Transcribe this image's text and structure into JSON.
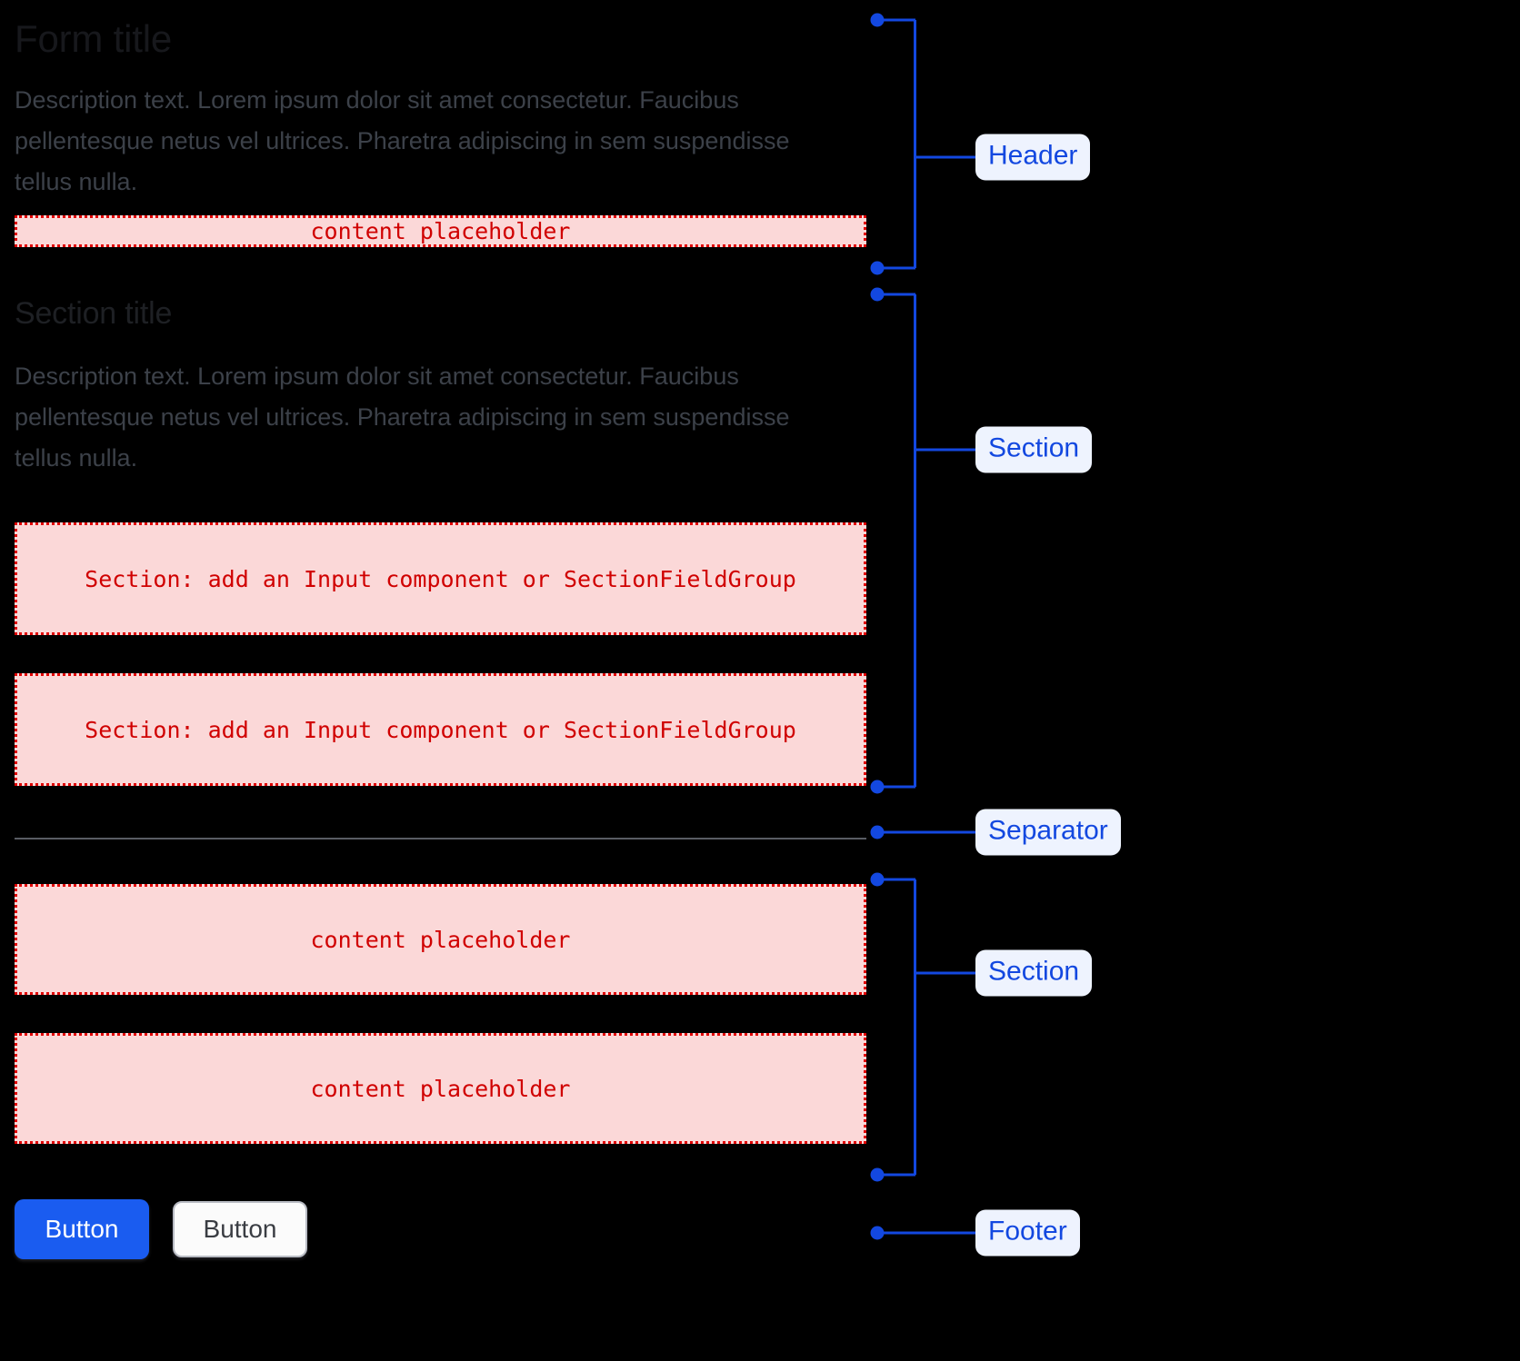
{
  "form": {
    "header": {
      "title": "Form title",
      "description": "Description text. Lorem ipsum dolor sit amet consectetur. Faucibus pellentesque netus vel ultrices. Pharetra adipiscing in sem suspendisse tellus nulla.",
      "placeholder": "content placeholder"
    },
    "section_one": {
      "title": "Section title",
      "description": "Description text. Lorem ipsum dolor sit amet consectetur. Faucibus pellentesque netus vel ultrices. Pharetra adipiscing in sem suspendisse tellus nulla.",
      "field_placeholder_1": "Section: add an Input component or SectionFieldGroup",
      "field_placeholder_2": "Section: add an Input component or SectionFieldGroup"
    },
    "section_two": {
      "placeholder_1": "content placeholder",
      "placeholder_2": "content placeholder"
    },
    "footer": {
      "primary_button": "Button",
      "secondary_button": "Button"
    }
  },
  "annotations": {
    "header": "Header",
    "section_upper": "Section",
    "separator": "Separator",
    "section_lower": "Section",
    "footer": "Footer"
  },
  "colors": {
    "accent_blue": "#1348e0",
    "badge_bg": "#eef3fe",
    "placeholder_fill": "#fbd8d8",
    "placeholder_border": "#e00000",
    "placeholder_text": "#d00000",
    "primary_button_bg": "#1a5cf0",
    "separator_line": "#595c63",
    "background": "#000000"
  }
}
